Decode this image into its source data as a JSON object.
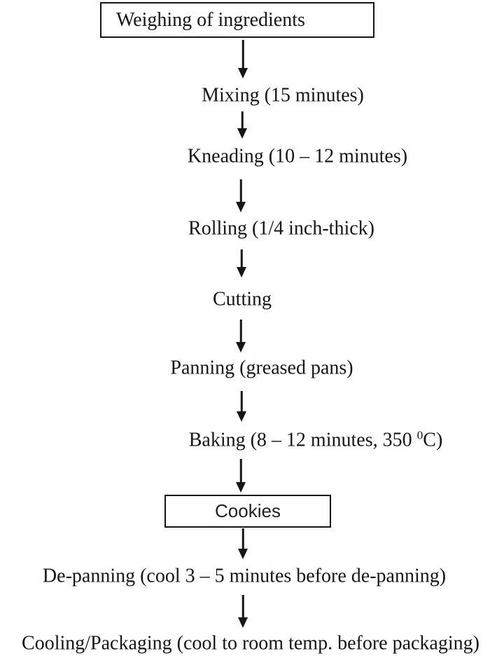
{
  "flowchart": {
    "title_semantic": "Cookie production process flowchart",
    "direction": "top-down",
    "background_color": "#ffffff",
    "line_color": "#161616",
    "nodes": [
      {
        "id": "weighing",
        "type": "box",
        "label": "Weighing of ingredients"
      },
      {
        "id": "mixing",
        "type": "text",
        "label": "Mixing (15 minutes)"
      },
      {
        "id": "kneading",
        "type": "text",
        "label": "Kneading (10 – 12 minutes)"
      },
      {
        "id": "rolling",
        "type": "text",
        "label": "Rolling (1/4 inch-thick)"
      },
      {
        "id": "cutting",
        "type": "text",
        "label": "Cutting"
      },
      {
        "id": "panning",
        "type": "text",
        "label": "Panning (greased pans)"
      },
      {
        "id": "baking",
        "type": "text",
        "label_pre": "Baking (8 – 12 minutes, 350 ",
        "label_sup": "0",
        "label_post": "C)"
      },
      {
        "id": "cookies",
        "type": "box",
        "label": "Cookies"
      },
      {
        "id": "depanning",
        "type": "text",
        "label": "De-panning (cool 3 – 5 minutes before de-panning)"
      },
      {
        "id": "cooling",
        "type": "text",
        "label": "Cooling/Packaging (cool to room temp. before packaging)"
      }
    ],
    "arrow_count": 9
  }
}
